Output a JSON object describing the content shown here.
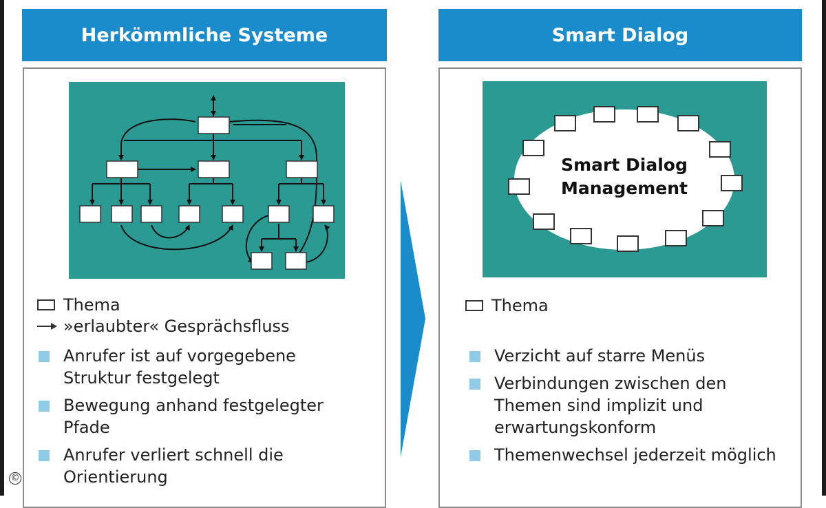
{
  "left": {
    "title": "Herkömmliche Systeme",
    "legend_topic": "Thema",
    "legend_flow": "»erlaubter« Gesprächsfluss",
    "bullets": [
      "Anrufer ist auf vorgegebene Struktur festgelegt",
      "Bewegung anhand festgelegter Pfade",
      "Anrufer verliert schnell die Orientierung"
    ]
  },
  "right": {
    "title": "Smart Dialog",
    "center_label_1": "Smart Dialog",
    "center_label_2": "Management",
    "legend_topic": "Thema",
    "bullets": [
      "Verzicht auf starre Menüs",
      "Verbindungen zwischen den Themen sind implizit und erwartungskonform",
      "Themenwechsel jederzeit möglich"
    ]
  },
  "copyright_symbol": "©",
  "colors": {
    "header_blue": "#1a8ccc",
    "teal": "#2a9a92",
    "bullet_square": "#8fcbe6"
  }
}
